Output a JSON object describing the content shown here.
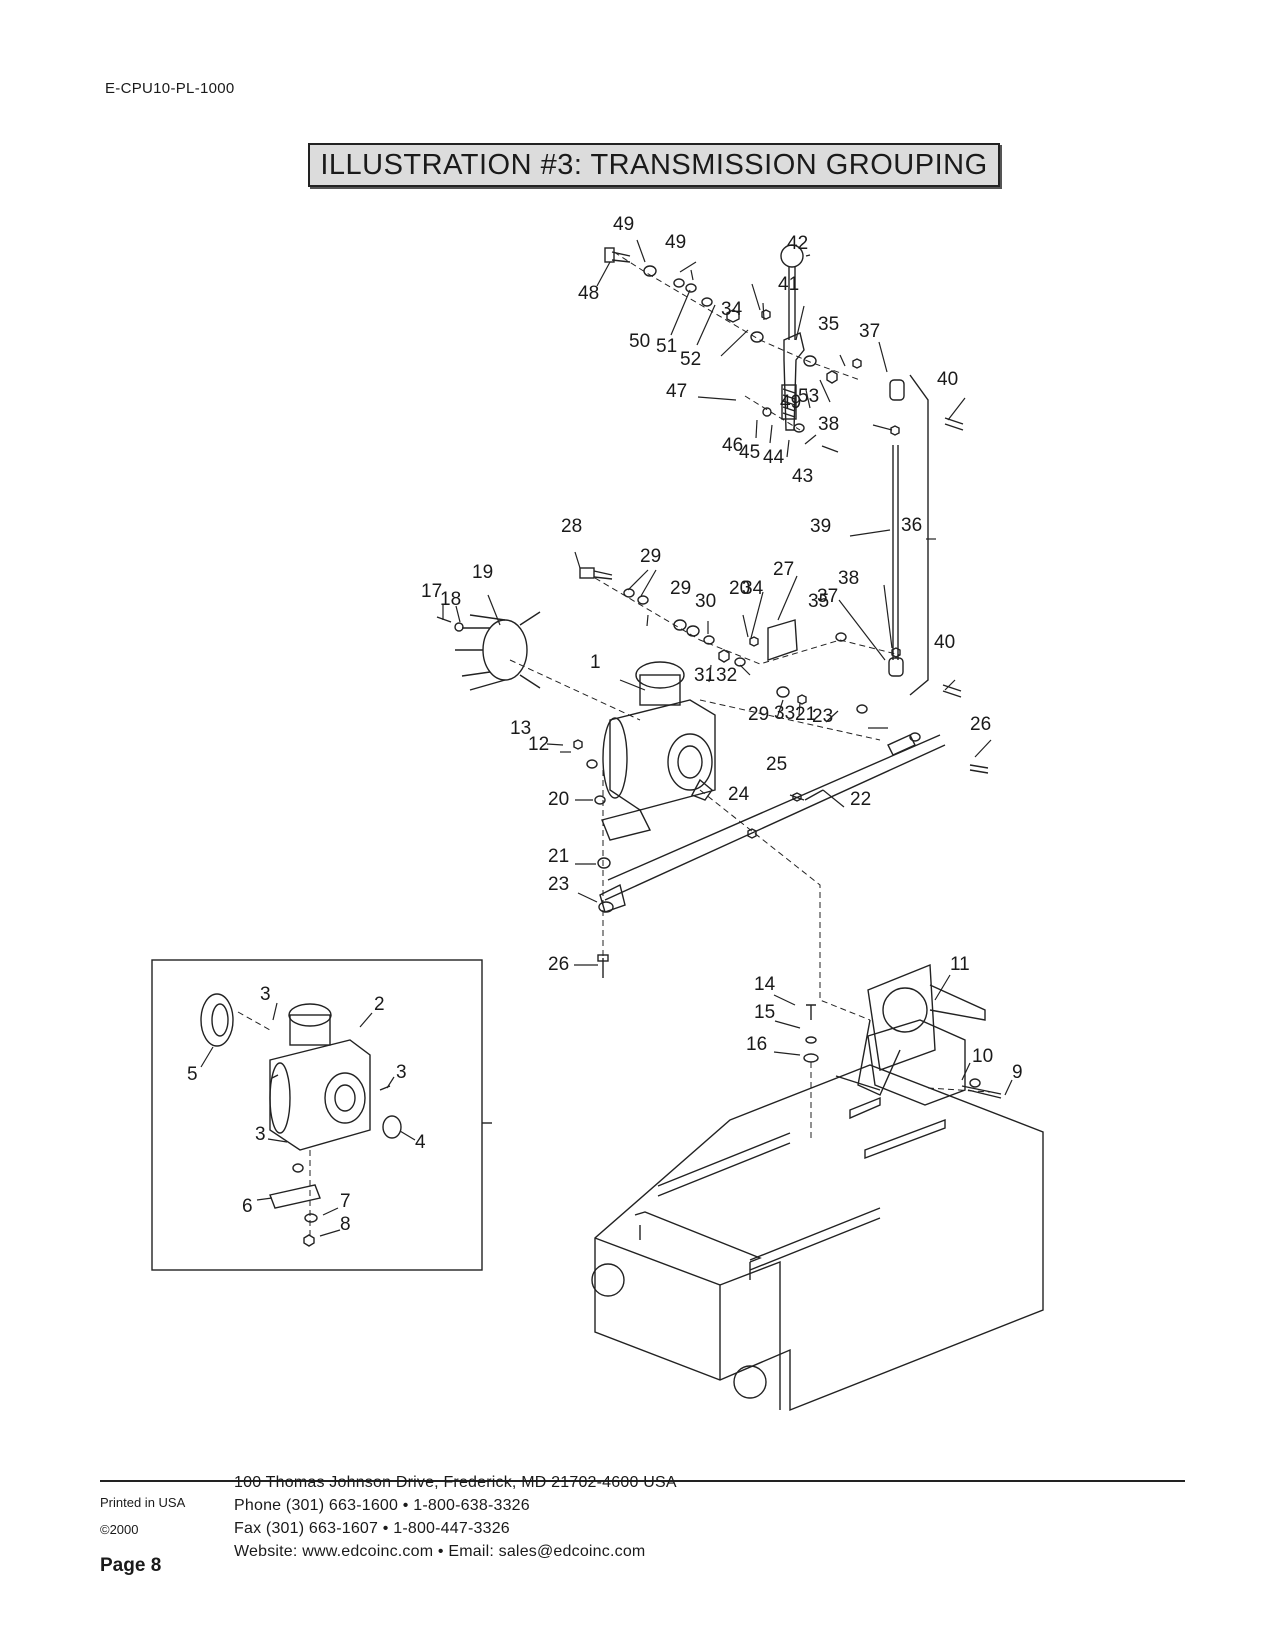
{
  "header": {
    "doc_code": "E-CPU10-PL-1000",
    "title": "ILLUSTRATION #3: TRANSMISSION GROUPING"
  },
  "diagram": {
    "callouts": [
      "1",
      "2",
      "3",
      "4",
      "5",
      "6",
      "7",
      "8",
      "9",
      "10",
      "11",
      "12",
      "13",
      "14",
      "15",
      "16",
      "17",
      "18",
      "19",
      "20",
      "21",
      "22",
      "23",
      "24",
      "25",
      "26",
      "27",
      "28",
      "29",
      "30",
      "31",
      "32",
      "33",
      "34",
      "35",
      "36",
      "37",
      "38",
      "39",
      "40",
      "41",
      "42",
      "43",
      "44",
      "45",
      "46",
      "47",
      "48",
      "49",
      "50",
      "51",
      "52",
      "53"
    ]
  },
  "footer": {
    "printed": "Printed in USA",
    "copyright": "©2000",
    "page": "Page 8",
    "address": "100 Thomas Johnson Drive, Frederick, MD 21702-4600 USA",
    "phone": "Phone (301) 663-1600 • 1-800-638-3326",
    "fax": "Fax (301) 663-1607 • 1-800-447-3326",
    "web": "Website: www.edcoinc.com • Email: sales@edcoinc.com"
  }
}
